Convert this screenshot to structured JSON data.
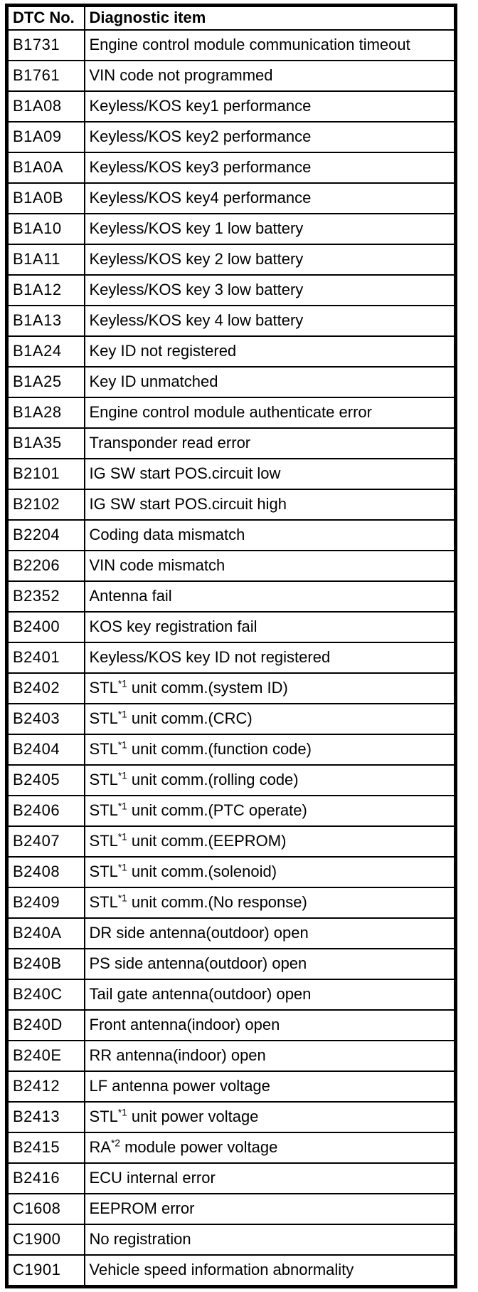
{
  "colors": {
    "background": "#ffffff",
    "border": "#000000",
    "text": "#000000"
  },
  "table": {
    "headers": [
      {
        "label": "DTC No."
      },
      {
        "label": "Diagnostic item"
      }
    ],
    "rows": [
      {
        "code": "B1731",
        "item": "Engine control module communication timeout"
      },
      {
        "code": "B1761",
        "item": "VIN code not programmed"
      },
      {
        "code": "B1A08",
        "item": "Keyless/KOS key1 performance"
      },
      {
        "code": "B1A09",
        "item": "Keyless/KOS key2 performance"
      },
      {
        "code": "B1A0A",
        "item": "Keyless/KOS key3 performance"
      },
      {
        "code": "B1A0B",
        "item": "Keyless/KOS key4 performance"
      },
      {
        "code": "B1A10",
        "item": "Keyless/KOS key 1 low battery"
      },
      {
        "code": "B1A11",
        "item": "Keyless/KOS key 2 low battery"
      },
      {
        "code": "B1A12",
        "item": "Keyless/KOS key 3 low battery"
      },
      {
        "code": "B1A13",
        "item": "Keyless/KOS key 4 low battery"
      },
      {
        "code": "B1A24",
        "item": "Key ID not registered"
      },
      {
        "code": "B1A25",
        "item": "Key ID unmatched"
      },
      {
        "code": "B1A28",
        "item": "Engine control module authenticate error"
      },
      {
        "code": "B1A35",
        "item": "Transponder read error"
      },
      {
        "code": "B2101",
        "item": "IG SW start POS.circuit low"
      },
      {
        "code": "B2102",
        "item": "IG SW start POS.circuit high"
      },
      {
        "code": "B2204",
        "item": "Coding data mismatch"
      },
      {
        "code": "B2206",
        "item": "VIN code mismatch"
      },
      {
        "code": "B2352",
        "item": "Antenna fail"
      },
      {
        "code": "B2400",
        "item": "KOS key registration fail"
      },
      {
        "code": "B2401",
        "item": "Keyless/KOS key ID not registered"
      },
      {
        "code": "B2402",
        "item_pre": "STL",
        "sup": "*1",
        "item_post": " unit comm.(system ID)"
      },
      {
        "code": "B2403",
        "item_pre": "STL",
        "sup": "*1",
        "item_post": " unit comm.(CRC)"
      },
      {
        "code": "B2404",
        "item_pre": "STL",
        "sup": "*1",
        "item_post": " unit comm.(function code)"
      },
      {
        "code": "B2405",
        "item_pre": "STL",
        "sup": "*1",
        "item_post": " unit comm.(rolling code)"
      },
      {
        "code": "B2406",
        "item_pre": "STL",
        "sup": "*1",
        "item_post": " unit comm.(PTC operate)"
      },
      {
        "code": "B2407",
        "item_pre": "STL",
        "sup": "*1",
        "item_post": " unit comm.(EEPROM)"
      },
      {
        "code": "B2408",
        "item_pre": "STL",
        "sup": "*1",
        "item_post": " unit comm.(solenoid)"
      },
      {
        "code": "B2409",
        "item_pre": "STL",
        "sup": "*1",
        "item_post": " unit comm.(No response)"
      },
      {
        "code": "B240A",
        "item": "DR side antenna(outdoor) open"
      },
      {
        "code": "B240B",
        "item": "PS side antenna(outdoor) open"
      },
      {
        "code": "B240C",
        "item": "Tail gate antenna(outdoor) open"
      },
      {
        "code": "B240D",
        "item": "Front antenna(indoor) open"
      },
      {
        "code": "B240E",
        "item": "RR antenna(indoor) open"
      },
      {
        "code": "B2412",
        "item": "LF antenna power voltage"
      },
      {
        "code": "B2413",
        "item_pre": "STL",
        "sup": "*1",
        "item_post": " unit power voltage"
      },
      {
        "code": "B2415",
        "item_pre": "RA",
        "sup": "*2",
        "item_post": " module power voltage"
      },
      {
        "code": "B2416",
        "item": "ECU internal error"
      },
      {
        "code": "C1608",
        "item": "EEPROM error"
      },
      {
        "code": "C1900",
        "item": "No registration"
      },
      {
        "code": "C1901",
        "item": "Vehicle speed information abnormality"
      }
    ]
  }
}
